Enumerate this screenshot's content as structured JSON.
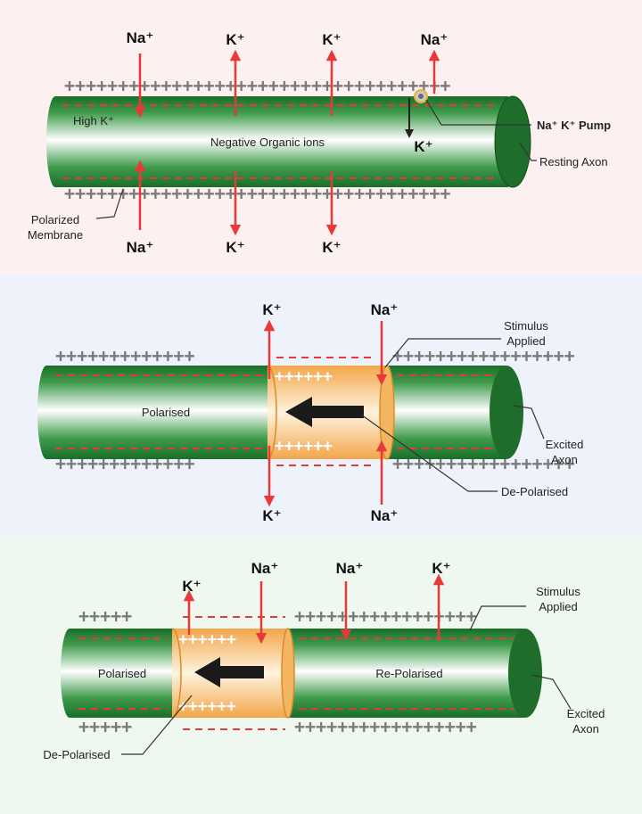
{
  "panel1": {
    "top_labels": [
      "Na⁺",
      "K⁺",
      "K⁺",
      "Na⁺"
    ],
    "bottom_labels": [
      "Na⁺",
      "K⁺",
      "K⁺"
    ],
    "high_k": "High K⁺",
    "inner": "Negative Organic ions",
    "pump_k": "K⁺",
    "pump": "Na⁺ K⁺ Pump",
    "resting": "Resting Axon",
    "polarized_line1": "Polarized",
    "polarized_line2": "Membrane"
  },
  "panel2": {
    "top_left": "K⁺",
    "top_right": "Na⁺",
    "bottom_left": "K⁺",
    "bottom_right": "Na⁺",
    "polarised": "Polarised",
    "stimulus_line1": "Stimulus",
    "stimulus_line2": "Applied",
    "excited_line1": "Excited",
    "excited_line2": "Axon",
    "depolarised": "De-Polarised"
  },
  "panel3": {
    "top_labels": [
      "K⁺",
      "Na⁺",
      "Na⁺",
      "K⁺"
    ],
    "polarised": "Polarised",
    "repolarised": "Re-Polarised",
    "stimulus_line1": "Stimulus",
    "stimulus_line2": "Applied",
    "excited_line1": "Excited",
    "excited_line2": "Axon",
    "depolarised": "De-Polarised"
  },
  "colors": {
    "panel1_bg": "#fdf0f0",
    "panel2_bg": "#eef3fb",
    "panel3_bg": "#eef8ee",
    "arrow_red": "#e8393a",
    "axon_green": "#1f7a2e",
    "depol_orange": "#f5b86a"
  }
}
